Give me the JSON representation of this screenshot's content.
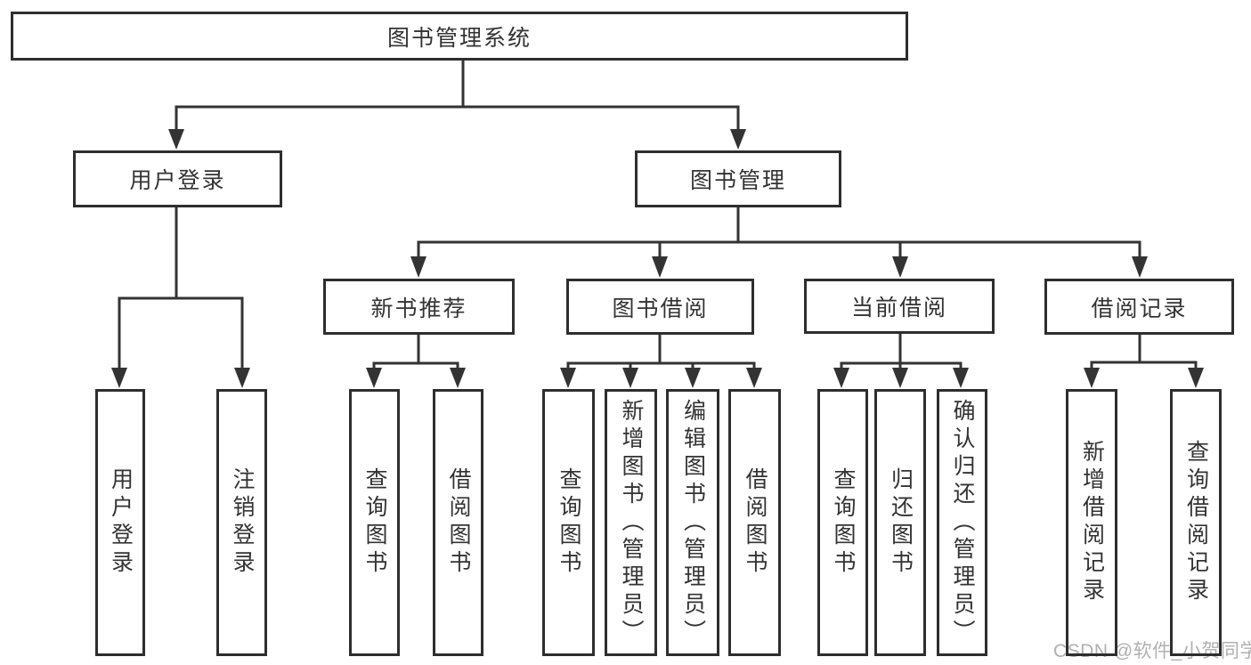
{
  "colors": {
    "background": "#ffffff",
    "line": "#333333",
    "box_border": "#2e2e2e",
    "text": "#333333",
    "watermark": "#b0b0b0"
  },
  "tree": {
    "root": {
      "label": "图书管理系统"
    },
    "level2": [
      {
        "label": "用户登录",
        "children": [
          {
            "label": "用户登录"
          },
          {
            "label": "注销登录"
          }
        ]
      },
      {
        "label": "图书管理",
        "children": [
          {
            "label": "新书推荐",
            "children": [
              {
                "label": "查询图书"
              },
              {
                "label": "借阅图书"
              }
            ]
          },
          {
            "label": "图书借阅",
            "children": [
              {
                "label": "查询图书"
              },
              {
                "label": "新增图书（管理员）"
              },
              {
                "label": "编辑图书（管理员）"
              },
              {
                "label": "借阅图书"
              }
            ]
          },
          {
            "label": "当前借阅",
            "children": [
              {
                "label": "查询图书"
              },
              {
                "label": "归还图书"
              },
              {
                "label": "确认归还（管理员）"
              }
            ]
          },
          {
            "label": "借阅记录",
            "children": [
              {
                "label": "新增借阅记录"
              },
              {
                "label": "查询借阅记录"
              }
            ]
          }
        ]
      }
    ]
  },
  "watermark": {
    "text": "CSDN @软件_小贺同学"
  }
}
